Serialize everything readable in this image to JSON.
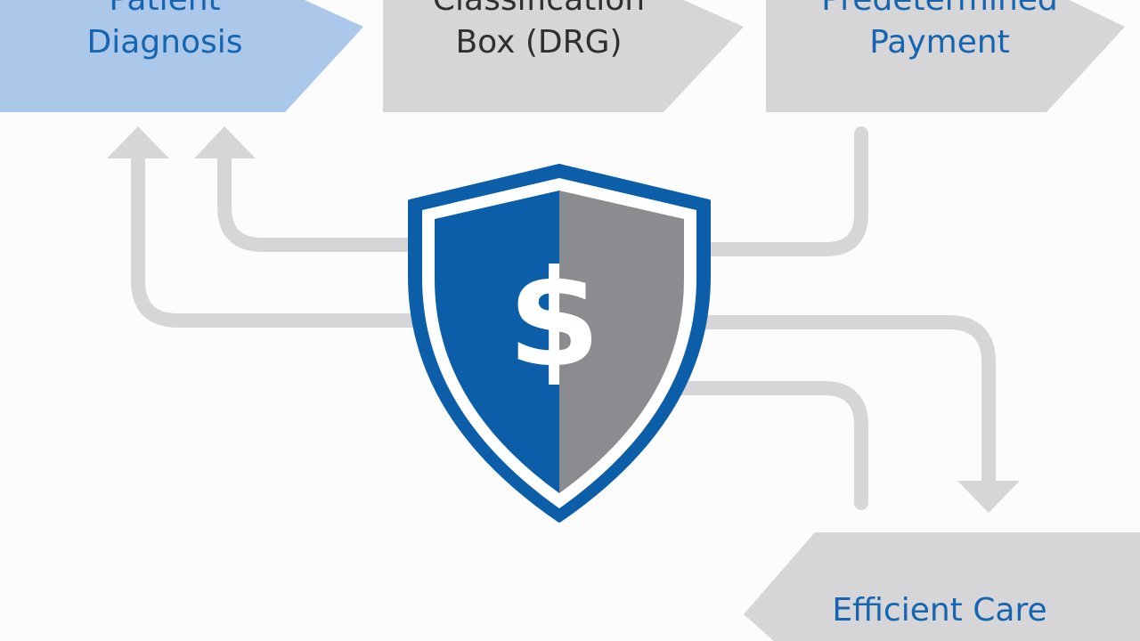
{
  "steps": {
    "patient_diagnosis": {
      "line1": "Patient",
      "line2": "Diagnosis"
    },
    "classification": {
      "line1": "Classification",
      "line2": "Box (DRG)"
    },
    "payment": {
      "line1": "Predetermined",
      "line2": "Payment"
    },
    "efficient_care": {
      "line1": "Efficient Care"
    }
  },
  "center": {
    "icon": "shield-dollar-icon",
    "symbol": "$"
  },
  "colors": {
    "blue_arrow_fill": "#abc8ea",
    "gray_arrow_fill": "#d6d6d8",
    "connector": "#d6d6d8",
    "shield_blue": "#0d5ea8",
    "shield_gray": "#8a8c90",
    "label_blue": "#1565b0",
    "label_dark": "#2f2f2f"
  }
}
